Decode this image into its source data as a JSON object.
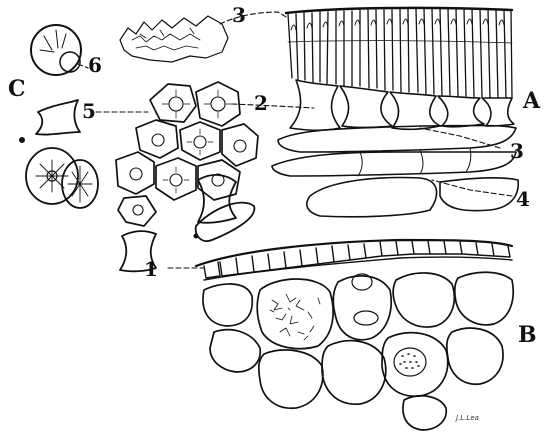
{
  "panels": {
    "a": "A",
    "b": "B",
    "c": "C"
  },
  "callouts": {
    "n1": "1",
    "n2": "2",
    "n3a": "3",
    "n3b": "3",
    "n4": "4",
    "n5": "5",
    "n6": "6"
  },
  "signature": "J.L.Lea",
  "colors": {
    "ink": "#111111",
    "paper": "#ffffff"
  }
}
